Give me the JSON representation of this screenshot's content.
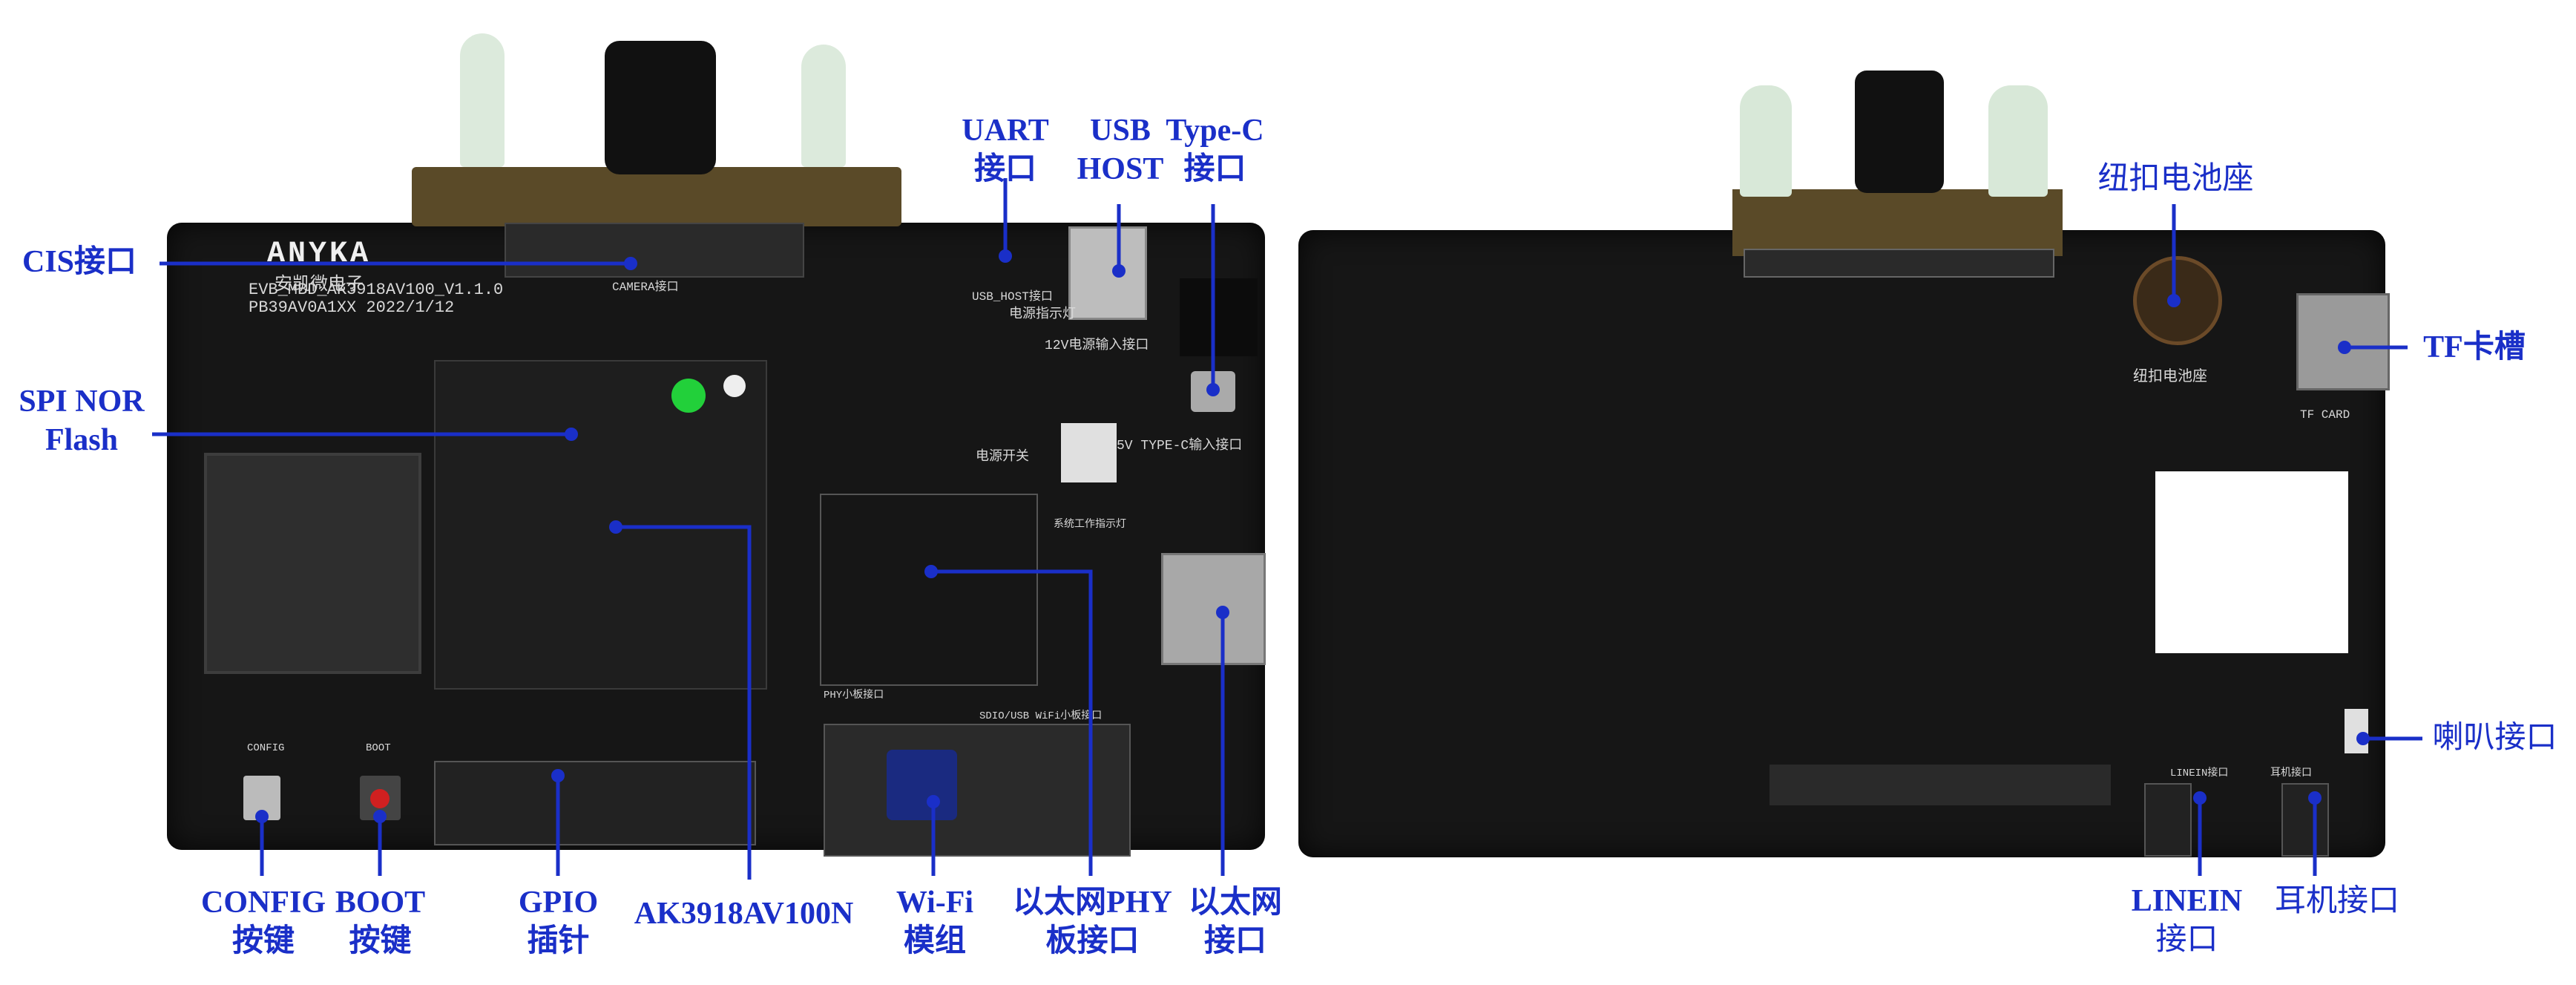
{
  "labels": {
    "cis": "CIS接口",
    "spi_nor_1": "SPI NOR",
    "spi_nor_2": "Flash",
    "uart_1": "UART",
    "uart_2": "接口",
    "usb_1": "USB",
    "usb_2": "HOST",
    "typec_1": "Type-C",
    "typec_2": "接口",
    "config_1": "CONFIG",
    "config_2": "按键",
    "boot_1": "BOOT",
    "boot_2": "按键",
    "gpio_1": "GPIO",
    "gpio_2": "插针",
    "soc": "AK3918AV100N",
    "wifi_1": "Wi-Fi",
    "wifi_2": "模组",
    "phy_1": "以太网PHY",
    "phy_2": "板接口",
    "eth_1": "以太网",
    "eth_2": "接口",
    "battery": "纽扣电池座",
    "tf": "TF卡槽",
    "speaker": "喇叭接口",
    "linein_1": "LINEIN",
    "linein_2": "接口",
    "headphone": "耳机接口"
  },
  "silkscreen": {
    "brand": "ANYKA",
    "brand_cn": "安凯微电子",
    "board_name": "EVB_MBD_AK3918AV100_V1.1.0",
    "board_id": "PB39AV0A1XX 2022/1/12",
    "camera_port": "CAMERA接口",
    "usb_host": "USB_HOST接口",
    "power_indicator": "电源指示灯",
    "power_input": "12V电源输入接口",
    "typec_input": "5V TYPE-C输入接口",
    "power_switch": "电源开关",
    "config": "CONFIG",
    "boot": "BOOT",
    "phy_board": "PHY小板接口",
    "wifi_board": "SDIO/USB WiFi小板接口",
    "system_led": "系统工作指示灯",
    "battery_seat": "纽扣电池座",
    "tf_card": "TF CARD",
    "linein_port": "LINEIN接口",
    "headphone_port": "耳机接口"
  },
  "colors": {
    "label": "#1a2fc8",
    "board": "#161616",
    "led_green": "#22d03a",
    "button_red": "#d02020"
  }
}
